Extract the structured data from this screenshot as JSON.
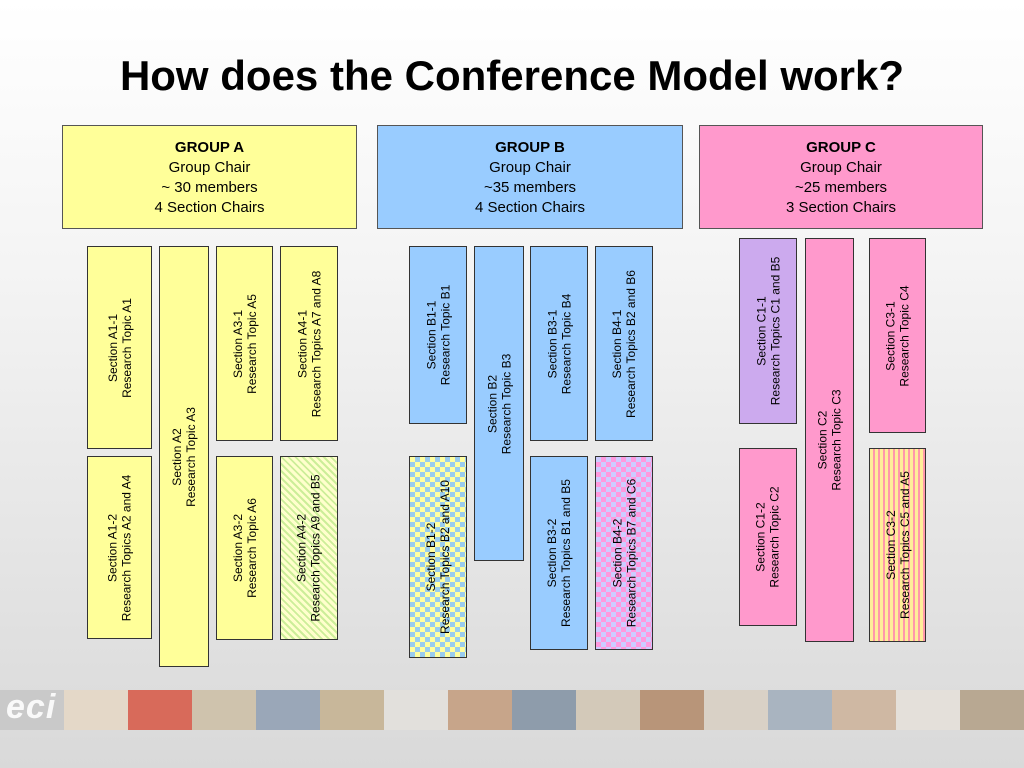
{
  "title": "How does the Conference Model work?",
  "logo_text": "eci",
  "groups": [
    {
      "name": "GROUP A",
      "chair": "Group Chair",
      "members": "~ 30 members",
      "sections": "4 Section Chairs",
      "color": "#ffff99"
    },
    {
      "name": "GROUP B",
      "chair": "Group Chair",
      "members": "~35 members",
      "sections": "4 Section Chairs",
      "color": "#99ccff"
    },
    {
      "name": "GROUP C",
      "chair": "Group Chair",
      "members": "~25 members",
      "sections": "3 Section Chairs",
      "color": "#ff99cc"
    }
  ],
  "sections": {
    "a1_1": [
      "Section A1-1",
      "Research Topic A1"
    ],
    "a1_2": [
      "Section A1-2",
      "Research Topics A2 and A4"
    ],
    "a2": [
      "Section A2",
      "Research Topic A3"
    ],
    "a3_1": [
      "Section A3-1",
      "Research Topic A5"
    ],
    "a3_2": [
      "Section A3-2",
      "Research Topic A6"
    ],
    "a4_1": [
      "Section A4-1",
      "Research Topics A7 and A8"
    ],
    "a4_2": [
      "Section A4-2",
      "Research Topics A9 and B5"
    ],
    "b1_1": [
      "Section B1-1",
      "Research Topic B1"
    ],
    "b1_2": [
      "Section B1-2",
      "Research Topics B2 and A10"
    ],
    "b2": [
      "Section B2",
      "Research Topic B3"
    ],
    "b3_1": [
      "Section B3-1",
      "Research Topic B4"
    ],
    "b3_2": [
      "Section B3-2",
      "Research Topics B1 and B5"
    ],
    "b4_1": [
      "Section B4-1",
      "Research Topics B2 and B6"
    ],
    "b4_2": [
      "Section B4-2",
      "Research Topics B7 and C6"
    ],
    "c1_1": [
      "Section C1-1",
      "Research Topics C1 and B5"
    ],
    "c1_2": [
      "Section C1-2",
      "Research Topic C2"
    ],
    "c2": [
      "Section C2",
      "Research Topic C3"
    ],
    "c3_1": [
      "Section C3-1",
      "Research Topic C4"
    ],
    "c3_2": [
      "Section C3-2",
      "Research Topics C5 and A5"
    ]
  },
  "footer_colors": [
    "#c9c9c9",
    "#e4d8c8",
    "#d86a5a",
    "#cfc3ad",
    "#9aa7b8",
    "#c8b79a",
    "#e2e0dc",
    "#c7a58a",
    "#8e9cab",
    "#d3c9b9",
    "#b89579",
    "#d9d1c6",
    "#a9b4c0",
    "#cfb8a3",
    "#e4e0da",
    "#b8a892"
  ]
}
